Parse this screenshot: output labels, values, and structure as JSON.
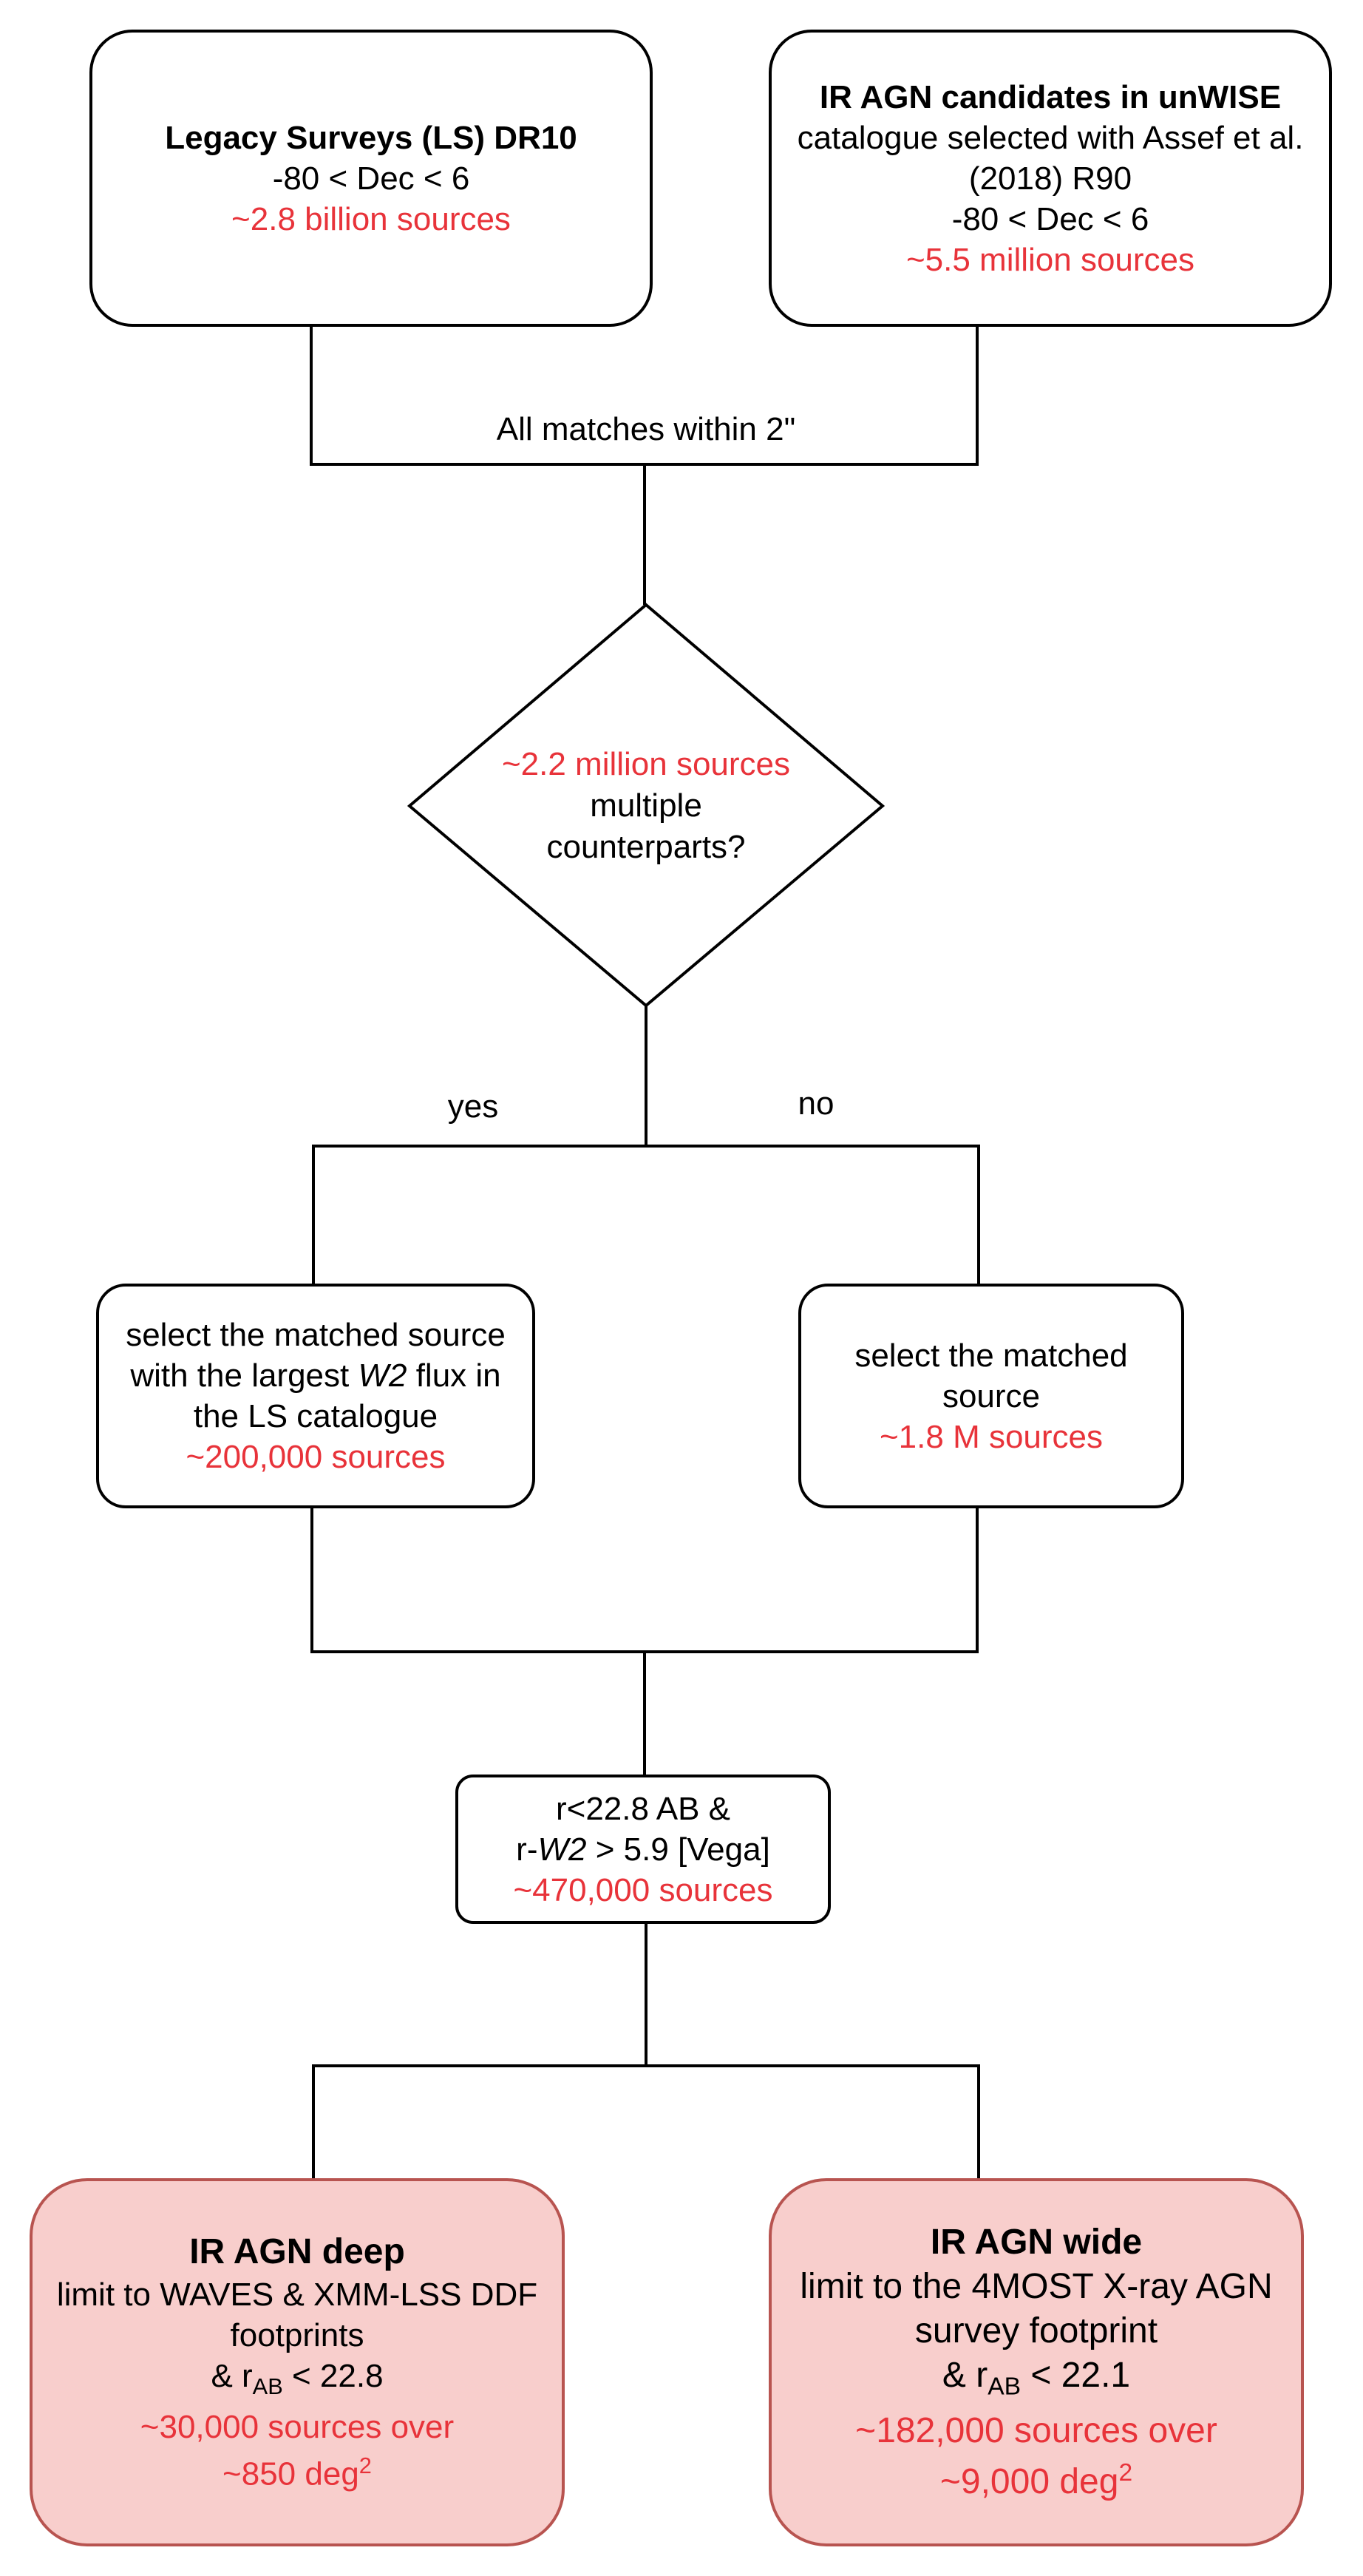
{
  "nodes": {
    "ls": {
      "title": "Legacy Surveys (LS) DR10",
      "dec": "-80 < Dec < 6",
      "count": "~2.8 billion sources"
    },
    "agn": {
      "title": "IR AGN candidates in unWISE",
      "desc1": "catalogue selected with Assef et al.",
      "desc2": "(2018) R90",
      "dec": "-80 < Dec < 6",
      "count": "~5.5 million sources"
    },
    "decision": {
      "count": "~2.2 million sources",
      "line1": "multiple",
      "line2": "counterparts?"
    },
    "largest": {
      "pre": "select the matched source",
      "line2_pre": "with the largest ",
      "line2_em": "W2",
      "line2_post": " flux in",
      "line3": "the LS catalogue",
      "count": "~200,000 sources"
    },
    "matched": {
      "line1": "select the matched",
      "line2": "source",
      "count": "~1.8 M sources"
    },
    "cut": {
      "line1": "r<22.8 AB &",
      "line2_pre": "r-",
      "line2_em": "W2",
      "line2_post": " > 5.9 [Vega]",
      "count": "~470,000 sources"
    },
    "deep": {
      "title": "IR AGN deep",
      "line1": "limit to WAVES & XMM-LSS DDF",
      "line2": "footprints",
      "mag_pre": "& r",
      "mag_sub": "AB",
      "mag_post": " < 22.8",
      "count1": "~30,000 sources over",
      "count2": "~850 deg",
      "count2_sup": "2"
    },
    "wide": {
      "title": "IR AGN wide",
      "line1": "limit to the 4MOST X-ray AGN",
      "line2": "survey footprint",
      "mag_pre": "& r",
      "mag_sub": "AB",
      "mag_post": " < 22.1",
      "count1": "~182,000 sources over",
      "count2": "~9,000 deg",
      "count2_sup": "2"
    }
  },
  "edges": {
    "match_label": "All matches within 2\"",
    "yes_label": "yes",
    "no_label": "no"
  },
  "colors": {
    "highlight_text": "#e8333a",
    "final_fill": "#f8cecc",
    "final_stroke": "#b85450",
    "stroke": "#000000"
  }
}
